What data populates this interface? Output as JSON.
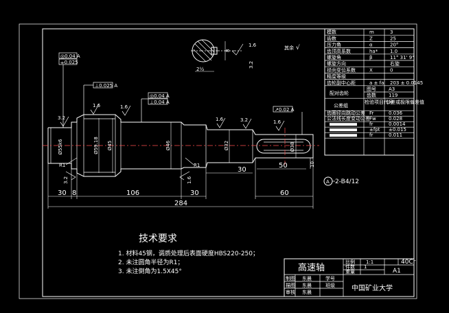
{
  "drawing": {
    "side_note": "其余",
    "side_note_sym": "√",
    "section_dims": {
      "d1": "2½",
      "d2": "8"
    },
    "roughness": [
      "3.2",
      "1.6",
      "1.6",
      "1.6",
      "3.2",
      "1.6",
      "3.2",
      "1.6",
      "3.2"
    ],
    "tolerance_frames": [
      "◎0.04 A",
      "⌯0.025",
      "⊥0.025 A",
      "◎0.04 A",
      "⊥0.04 A",
      "↗0.02 A"
    ],
    "diameters": {
      "d1": "Ø55k6",
      "d2": "Ø59.18",
      "d3": "Ø45",
      "d4": "Ø46",
      "d5": "Ø32",
      "d6": "Ø38"
    },
    "radii": {
      "r1": "R1",
      "r2": "R1"
    },
    "lengths": {
      "a": "30",
      "b": "8",
      "c": "106",
      "d": "30",
      "total": "284",
      "e": "30",
      "f": "50",
      "g": "60",
      "h": "10"
    },
    "section_ref": "2-B4/12",
    "section_ref_symbol": "A"
  },
  "tech": {
    "title": "技术要求",
    "items": [
      "1. 材料45钢，调质处理后表面硬度HBS220-250；",
      "2. 未注圆角半径为R1；",
      "3. 未注倒角为1.5X45°"
    ]
  },
  "param_table": {
    "rows": [
      [
        "模数",
        "m",
        "3"
      ],
      [
        "齿数",
        "Z",
        "25"
      ],
      [
        "压力角",
        "α",
        "20°"
      ],
      [
        "齿顶高系数",
        "ha*",
        "1.0"
      ],
      [
        "螺旋角",
        "β",
        "11° 31' 9\""
      ],
      [
        "螺旋方向",
        "",
        "右旋"
      ],
      [
        "径向变位系数",
        "X",
        "0"
      ],
      [
        "精度等级",
        "",
        ""
      ],
      [
        "齿轮副中心距",
        "a ± fa",
        "203 ± 0.0145"
      ]
    ],
    "mate_label": "配对齿轮",
    "mate_rows": [
      [
        "图号",
        "A3"
      ],
      [
        "齿数",
        "119"
      ]
    ],
    "group_label": "公差组",
    "group_cols": [
      "检验项目代号",
      "公差或极限偏差值"
    ],
    "tol_rows": [
      [
        "齿圈径向跳动公差",
        "Fr",
        "0.036"
      ],
      [
        "公法线长度变动公差",
        "Fw",
        "0.028"
      ],
      [
        "",
        "fr",
        "0.0014"
      ],
      [
        "",
        "±fpt",
        "±0.015"
      ],
      [
        "",
        "fr",
        "0.011"
      ]
    ]
  },
  "title_block": {
    "name": "高速轴",
    "scale_label": "比例",
    "scale": "1:1",
    "qty_label": "件数",
    "qty": "1",
    "weight_label": "重量",
    "material": "40Cr",
    "sheet": "A1",
    "rows": [
      [
        "制图",
        "东晨",
        "学号"
      ],
      [
        "描图",
        "东晨",
        "班级"
      ],
      [
        "审核",
        "东晨",
        ""
      ]
    ],
    "school": "中国矿业大学"
  }
}
